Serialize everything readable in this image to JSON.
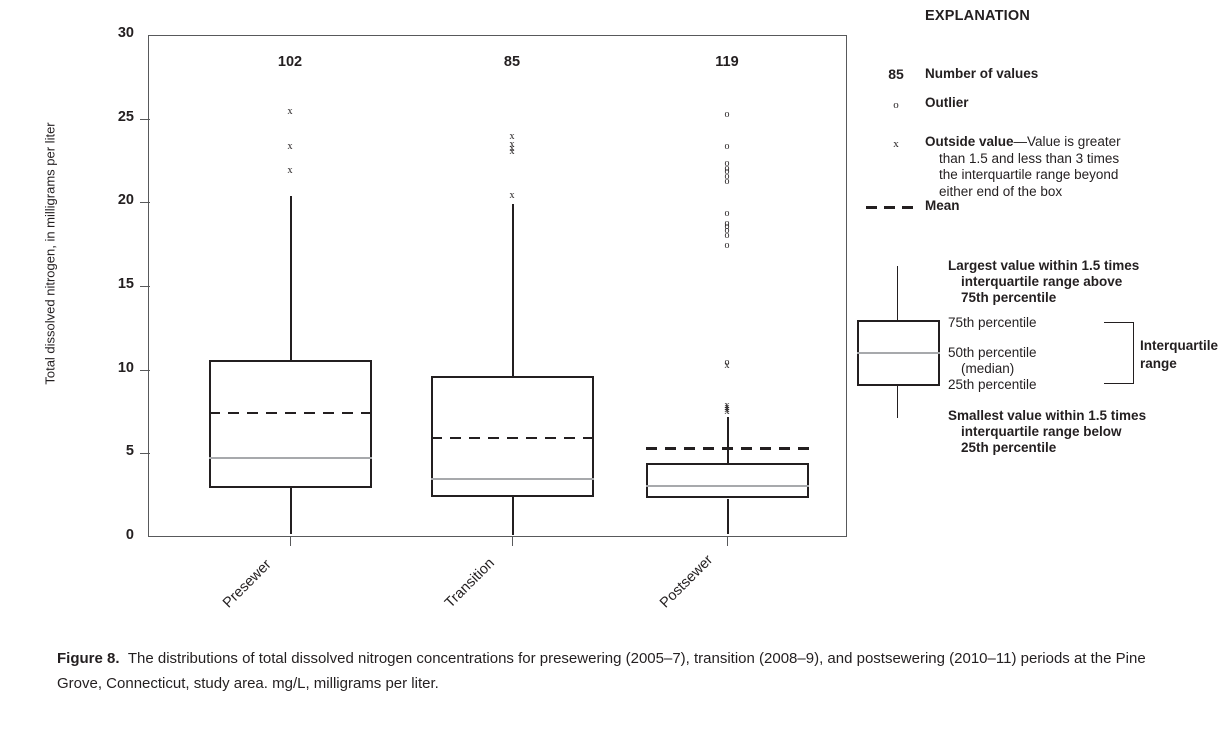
{
  "figure": {
    "number_label": "Figure 8.",
    "caption": "The distributions of total dissolved nitrogen concentrations for presewering (2005–7), transition (2008–9), and postsewering (2010–11) periods at the Pine Grove, Connecticut, study area. mg/L, milligrams per liter."
  },
  "axes": {
    "ylabel": "Total dissolved nitrogen, in milligrams per liter",
    "yticks": [
      "0",
      "5",
      "10",
      "15",
      "20",
      "25",
      "30"
    ],
    "ymin": 0,
    "ymax": 30,
    "xcategories": [
      "Presewer",
      "Transition",
      "Postsewer"
    ]
  },
  "explanation": {
    "title": "EXPLANATION",
    "rows": [
      {
        "symbol": "85",
        "label": "Number of values"
      },
      {
        "symbol": "o",
        "label": "Outlier"
      },
      {
        "symbol": "x",
        "label_bold": "Outside value",
        "label_rest": "—Value is greater than 1.5 and  less than 3 times the interquartile range beyond either end of the box"
      },
      {
        "symbol": "dashed-line",
        "label": "Mean"
      }
    ],
    "outside_line1": "Outside value",
    "outside_line2": "—Value is greater",
    "outside_line3": "than 1.5 and  less than 3 times",
    "outside_line4": "the interquartile range beyond",
    "outside_line5": "either end of the box",
    "mean_label": "Mean",
    "number_of_values_sym": "85",
    "number_of_values_label": "Number of values",
    "outlier_sym": "o",
    "outlier_label": "Outlier",
    "outside_sym": "x",
    "box_diagram": {
      "top_label_l1": "Largest value within 1.5 times",
      "top_label_l2": "interquartile range above",
      "top_label_l3": "75th percentile",
      "p75": "75th percentile",
      "p50_l1": "50th percentile",
      "p50_l2": "(median)",
      "p25": "25th percentile",
      "iqr_l1": "Interquartile",
      "iqr_l2": "range",
      "bottom_label_l1": "Smallest value within 1.5 times",
      "bottom_label_l2": "interquartile range below",
      "bottom_label_l3": "25th percentile"
    }
  },
  "chart_data": {
    "type": "box",
    "title": "",
    "xlabel": "",
    "ylabel": "Total dissolved nitrogen, in milligrams per liter",
    "ylim": [
      0,
      30
    ],
    "yticks": [
      0,
      5,
      10,
      15,
      20,
      25,
      30
    ],
    "grid": false,
    "legend_position": "right",
    "categories": [
      "Presewer",
      "Transition",
      "Postsewer"
    ],
    "counts": [
      102,
      85,
      119
    ],
    "boxes": [
      {
        "category": "Presewer",
        "n": 102,
        "q1": 2.9,
        "median": 4.8,
        "q3": 10.6,
        "mean": 7.5,
        "whisker_low": 0.2,
        "whisker_high": 20.4,
        "outside_values": [
          25.4,
          23.3,
          21.9
        ],
        "outliers": []
      },
      {
        "category": "Transition",
        "n": 85,
        "q1": 2.4,
        "median": 3.5,
        "q3": 9.6,
        "mean": 6.0,
        "whisker_low": 0.1,
        "whisker_high": 19.9,
        "outside_values": [
          23.9,
          23.4,
          23.2,
          23.0,
          20.4
        ],
        "outliers": []
      },
      {
        "category": "Postsewer",
        "n": 119,
        "q1": 2.3,
        "median": 3.1,
        "q3": 4.4,
        "mean": 5.35,
        "whisker_low": 0.15,
        "whisker_high": 7.2,
        "outside_values": [
          10.2,
          7.8,
          7.7,
          7.6,
          7.5
        ],
        "outliers": [
          25.2,
          23.3,
          22.3,
          22.0,
          21.8,
          21.5,
          21.2,
          19.3,
          18.7,
          18.5,
          18.3,
          18.0,
          17.4,
          10.4
        ]
      }
    ]
  }
}
